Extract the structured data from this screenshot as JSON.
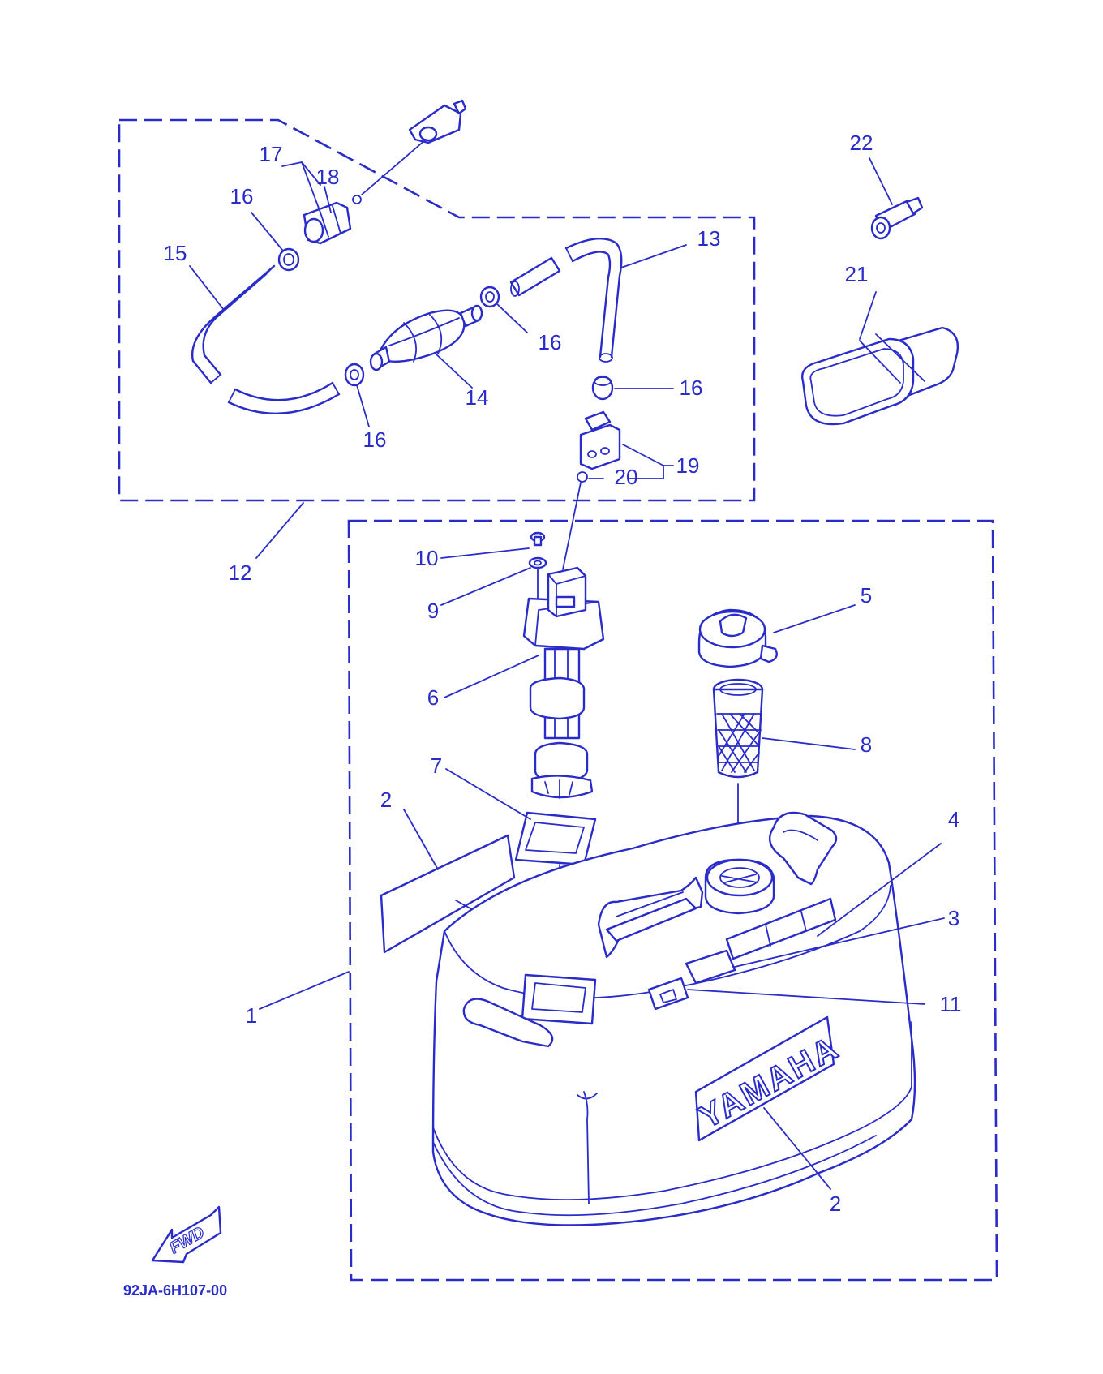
{
  "diagram": {
    "drawing_code": "92JA-6H107-00",
    "brand_mark": "YAMAHA",
    "direction_mark": "FWD",
    "ink_color": "#2a2cc9",
    "callouts": [
      {
        "key": "c1",
        "text": "1"
      },
      {
        "key": "c2a",
        "text": "2"
      },
      {
        "key": "c2b",
        "text": "2"
      },
      {
        "key": "c3",
        "text": "3"
      },
      {
        "key": "c4",
        "text": "4"
      },
      {
        "key": "c5",
        "text": "5"
      },
      {
        "key": "c6",
        "text": "6"
      },
      {
        "key": "c7",
        "text": "7"
      },
      {
        "key": "c8",
        "text": "8"
      },
      {
        "key": "c9",
        "text": "9"
      },
      {
        "key": "c10",
        "text": "10"
      },
      {
        "key": "c11",
        "text": "11"
      },
      {
        "key": "c12",
        "text": "12"
      },
      {
        "key": "c13",
        "text": "13"
      },
      {
        "key": "c14",
        "text": "14"
      },
      {
        "key": "c15",
        "text": "15"
      },
      {
        "key": "c16a",
        "text": "16"
      },
      {
        "key": "c16b",
        "text": "16"
      },
      {
        "key": "c16c",
        "text": "16"
      },
      {
        "key": "c16d",
        "text": "16"
      },
      {
        "key": "c17",
        "text": "17"
      },
      {
        "key": "c18",
        "text": "18"
      },
      {
        "key": "c19",
        "text": "19"
      },
      {
        "key": "c20",
        "text": "20"
      },
      {
        "key": "c21",
        "text": "21"
      },
      {
        "key": "c22",
        "text": "22"
      }
    ]
  }
}
